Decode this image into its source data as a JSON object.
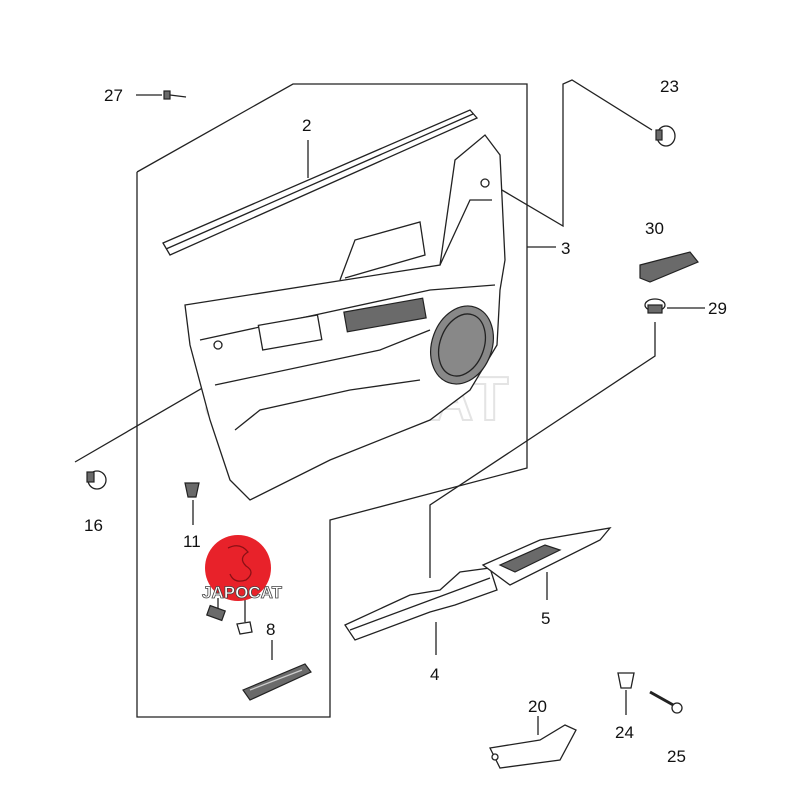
{
  "watermark": "JAPOCAT",
  "logo": {
    "text": "JAPOCAT",
    "color": "#e8222a"
  },
  "callouts": {
    "p27": "27",
    "p2": "2",
    "p23": "23",
    "p3": "3",
    "p30": "30",
    "p29": "29",
    "p16": "16",
    "p11": "11",
    "p8": "8",
    "p4": "4",
    "p5": "5",
    "p20": "20",
    "p24": "24",
    "p25": "25"
  }
}
